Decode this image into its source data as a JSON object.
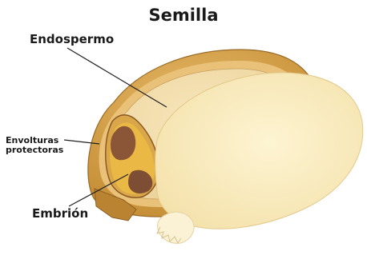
{
  "diagram": {
    "title": "Semilla",
    "labels": {
      "endosperm": "Endospermo",
      "coat_line1": "Envolturas",
      "coat_line2": "protectoras",
      "embryo": "Embrión"
    },
    "colors": {
      "outer_coat": "#c8923a",
      "coat_inner": "#e7bd6c",
      "endosperm": "#f3e0b0",
      "cotyledon": "#fbeec2",
      "embryo_axis": "#8a5637",
      "embryo_yellow": "#e8b83a",
      "radicle": "#fbf2d6"
    }
  }
}
